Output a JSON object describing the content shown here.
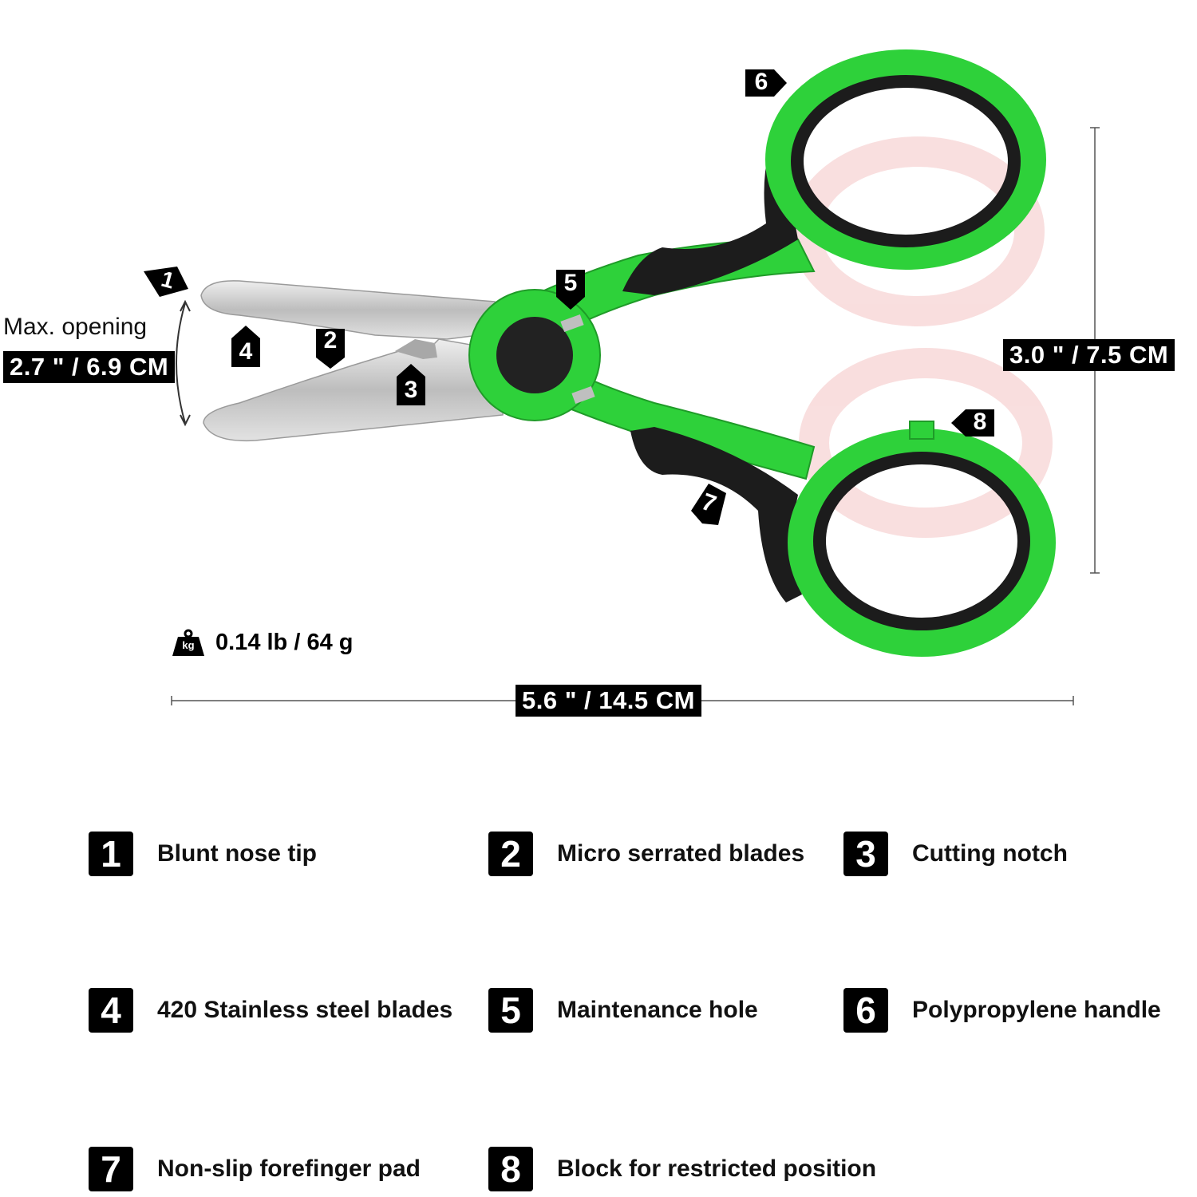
{
  "dimensions": {
    "max_opening_caption": "Max. opening",
    "max_opening_value": "2.7 \" / 6.9 CM",
    "height_value": "3.0 \" / 7.5 CM",
    "length_value": "5.6 \" / 14.5 CM"
  },
  "weight": {
    "icon_text": "kg",
    "value": "0.14 lb / 64 g"
  },
  "markers": [
    "1",
    "2",
    "3",
    "4",
    "5",
    "6",
    "7",
    "8"
  ],
  "legend": [
    {
      "number": "1",
      "label": "Blunt nose tip"
    },
    {
      "number": "2",
      "label": "Micro serrated blades"
    },
    {
      "number": "3",
      "label": "Cutting notch"
    },
    {
      "number": "4",
      "label": "420 Stainless steel blades"
    },
    {
      "number": "5",
      "label": "Maintenance hole"
    },
    {
      "number": "6",
      "label": "Polypropylene handle"
    },
    {
      "number": "7",
      "label": "Non-slip forefinger pad"
    },
    {
      "number": "8",
      "label": "Block for restricted position"
    }
  ],
  "colors": {
    "handle_green": "#2ed13a",
    "grip_black": "#1c1c1c",
    "blade_steel": "#c9c9c9",
    "label_black": "#000000"
  }
}
